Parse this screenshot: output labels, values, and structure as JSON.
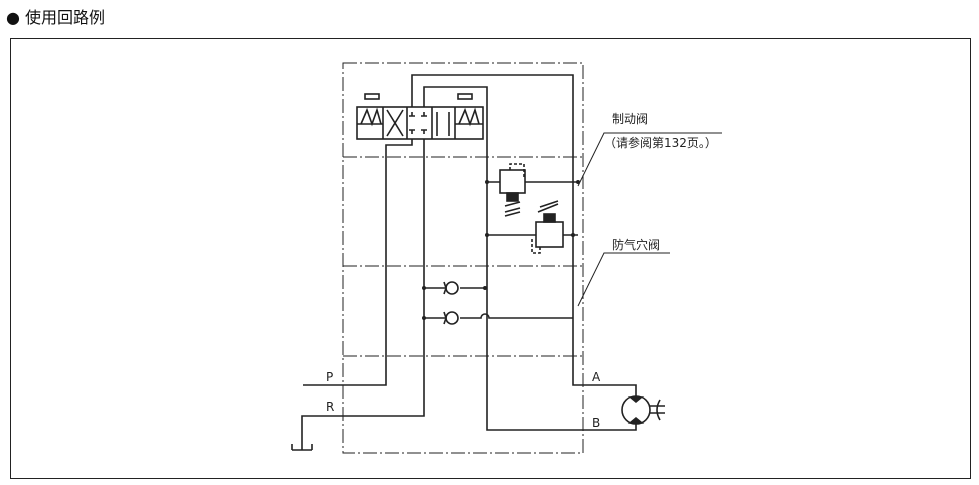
{
  "title": "● 使用回路例",
  "labels": {
    "brake_valve": "制动阀",
    "brake_valve_note": "（请参阅第132页。）",
    "anti_cavitation_valve": "防气穴阀",
    "port_p": "P",
    "port_r": "R",
    "port_a": "A",
    "port_b": "B"
  }
}
